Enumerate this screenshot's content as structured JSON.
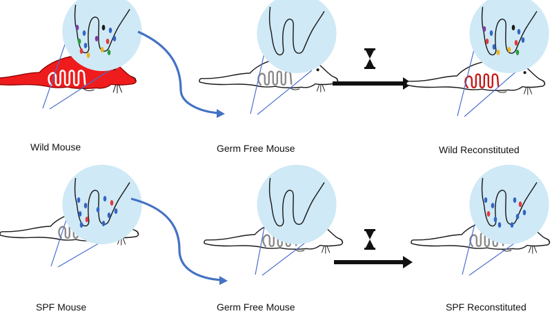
{
  "labels": {
    "wild_mouse": "Wild Mouse",
    "germ_free_top": "Germ Free Mouse",
    "wild_reconstituted": "Wild Reconstituted",
    "spf_mouse": "SPF Mouse",
    "germ_free_bottom": "Germ Free Mouse",
    "spf_reconstituted": "SPF Reconstituted"
  },
  "colors": {
    "wild_body": "#ee1c1c",
    "bubble": "#cfe9f6",
    "transfer_arrow": "#4472c4",
    "outline": "#1a1a1a",
    "intestine_grey": "#8a8a8a",
    "intestine_wild": "#c81818"
  },
  "icons": {
    "time_icon": "hourglass-icon",
    "progression_arrow": "arrow-right-icon"
  }
}
